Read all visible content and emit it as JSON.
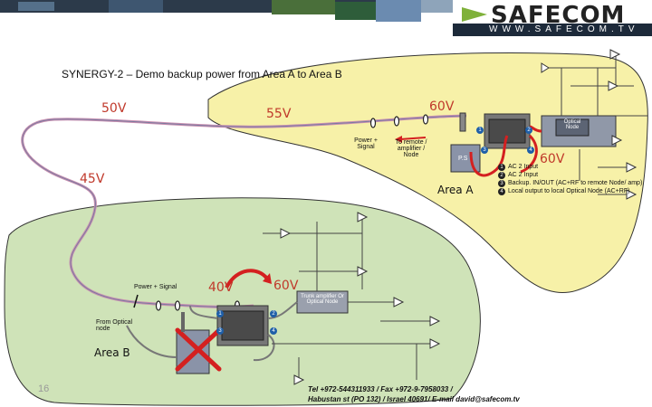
{
  "header": {
    "brand": "SAFECOM",
    "website": "WWW.SAFECOM.TV"
  },
  "title": "SYNERGY-2 – Demo backup power from Area A to Area B",
  "voltages": {
    "v50": "50V",
    "v55": "55V",
    "v60_top": "60V",
    "v45": "45V",
    "v60_right": "60V",
    "v40": "40V",
    "v60_bottom": "60V"
  },
  "labels": {
    "power_signal_a": "Power + Signal",
    "to_remote": "To remote / amplifier / Node",
    "ps": "P.S",
    "optical_node": "Optical Node",
    "area_a": "Area A",
    "power_signal_b": "Power + Signal",
    "trunk_amp": "Trunk amplifier Or Optical Node",
    "from_optical": "From Optical node",
    "area_b": "Area B"
  },
  "legend": [
    {
      "num": "1",
      "text": "AC 2 Input"
    },
    {
      "num": "2",
      "text": "AC 2 Input"
    },
    {
      "num": "3",
      "text": "Backup. IN/OUT (AC+RF to remote Node/ amp)"
    },
    {
      "num": "4",
      "text": "Local output to local Optical Node (AC+RF)"
    }
  ],
  "port_numbers": {
    "a1": "1",
    "a2": "2",
    "a3": "3",
    "a4": "4",
    "b1": "1",
    "b2": "2",
    "b3": "3",
    "b4": "4"
  },
  "page_number": "16",
  "footer": {
    "line1": "Tel +972-544311933 / Fax +972-9-7958033 /",
    "line2": "Habustan st (PO 132) / Israel 40691/ E-mail david@safecom.tv"
  },
  "colors": {
    "area_a_fill": "#f7f1a8",
    "area_b_fill": "#cfe3b8",
    "header_dark": "#1d2a3a",
    "brand_green": "#7fb13a",
    "cable_red": "#d42020",
    "cable_pink": "#c98fb0",
    "voltage_red": "#c0392b"
  }
}
